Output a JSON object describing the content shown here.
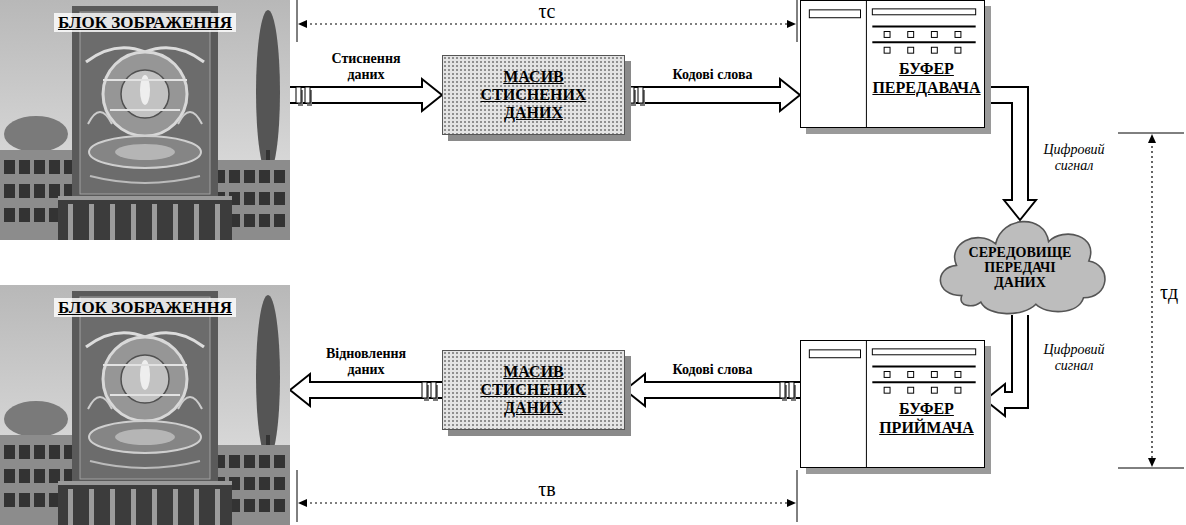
{
  "diagram": {
    "nodes": [
      {
        "text": [
          "БЛОК ЗОБРАЖЕННЯ"
        ]
      },
      {
        "text": [
          "МАСИВ СТИСНЕНИХ ДАНИХ"
        ]
      },
      {
        "text": [
          "БУФЕР ПЕРЕДАВАЧА"
        ]
      },
      {
        "text": [
          "СЕРЕДОВИЩЕ ПЕРЕДАЧІ ДАНИХ"
        ]
      },
      {
        "text": [
          "БЛОК ЗОБРАЖЕННЯ"
        ]
      },
      {
        "text": [
          "МАСИВ СТИСНЕНИХ ДАНИХ"
        ]
      },
      {
        "text": [
          "БУФЕР ПРИЙМАЧА"
        ]
      }
    ],
    "edges": [
      {
        "from": 0,
        "to": 1,
        "arrow": "to",
        "label": "Стиснення даних"
      },
      {
        "from": 1,
        "to": 2,
        "arrow": "to",
        "label": "Кодові слова"
      },
      {
        "from": 2,
        "to": 3,
        "arrow": "to",
        "label": "Цифровий сигнал"
      },
      {
        "from": 3,
        "to": 6,
        "arrow": "to",
        "label": "Цифровий сигнал"
      },
      {
        "from": 6,
        "to": 5,
        "arrow": "to",
        "label": "Кодові слова"
      },
      {
        "from": 5,
        "to": 4,
        "arrow": "to",
        "label": "Відновлення даних"
      }
    ],
    "labels": [
      "τс",
      "τд",
      "τв"
    ]
  }
}
